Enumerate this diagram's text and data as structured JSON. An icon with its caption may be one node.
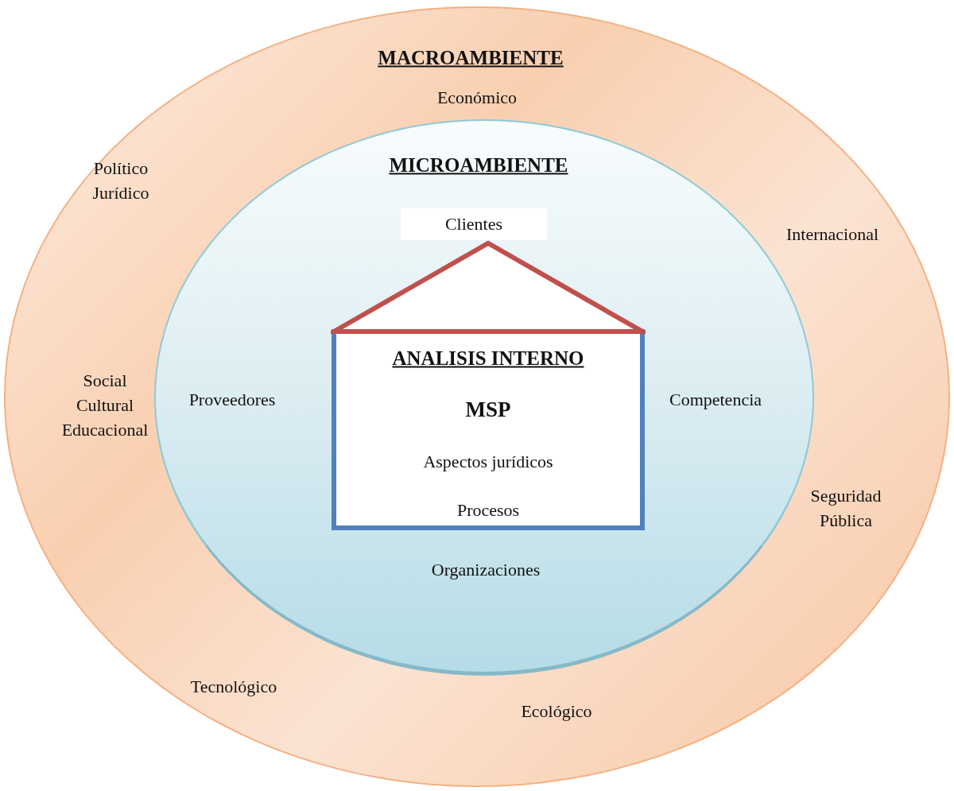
{
  "diagram": {
    "nodes": [
      {
        "text": [
          "MACROAMBIENTE",
          "Económico",
          "Político Jurídico",
          "Internacional",
          "Social Cultural Educacional",
          "Seguridad Pública",
          "Tecnológico",
          "Ecológico"
        ]
      },
      {
        "text": [
          "MICROAMBIENTE",
          "Proveedores",
          "Competencia",
          "Organizaciones"
        ],
        "in": 0
      },
      {
        "text": [
          "Clientes"
        ],
        "in": 1
      },
      {
        "text": [
          "ANALISIS INTERNO",
          "MSP",
          "Aspectos jurídicos",
          "Procesos"
        ],
        "in": 1
      }
    ]
  }
}
